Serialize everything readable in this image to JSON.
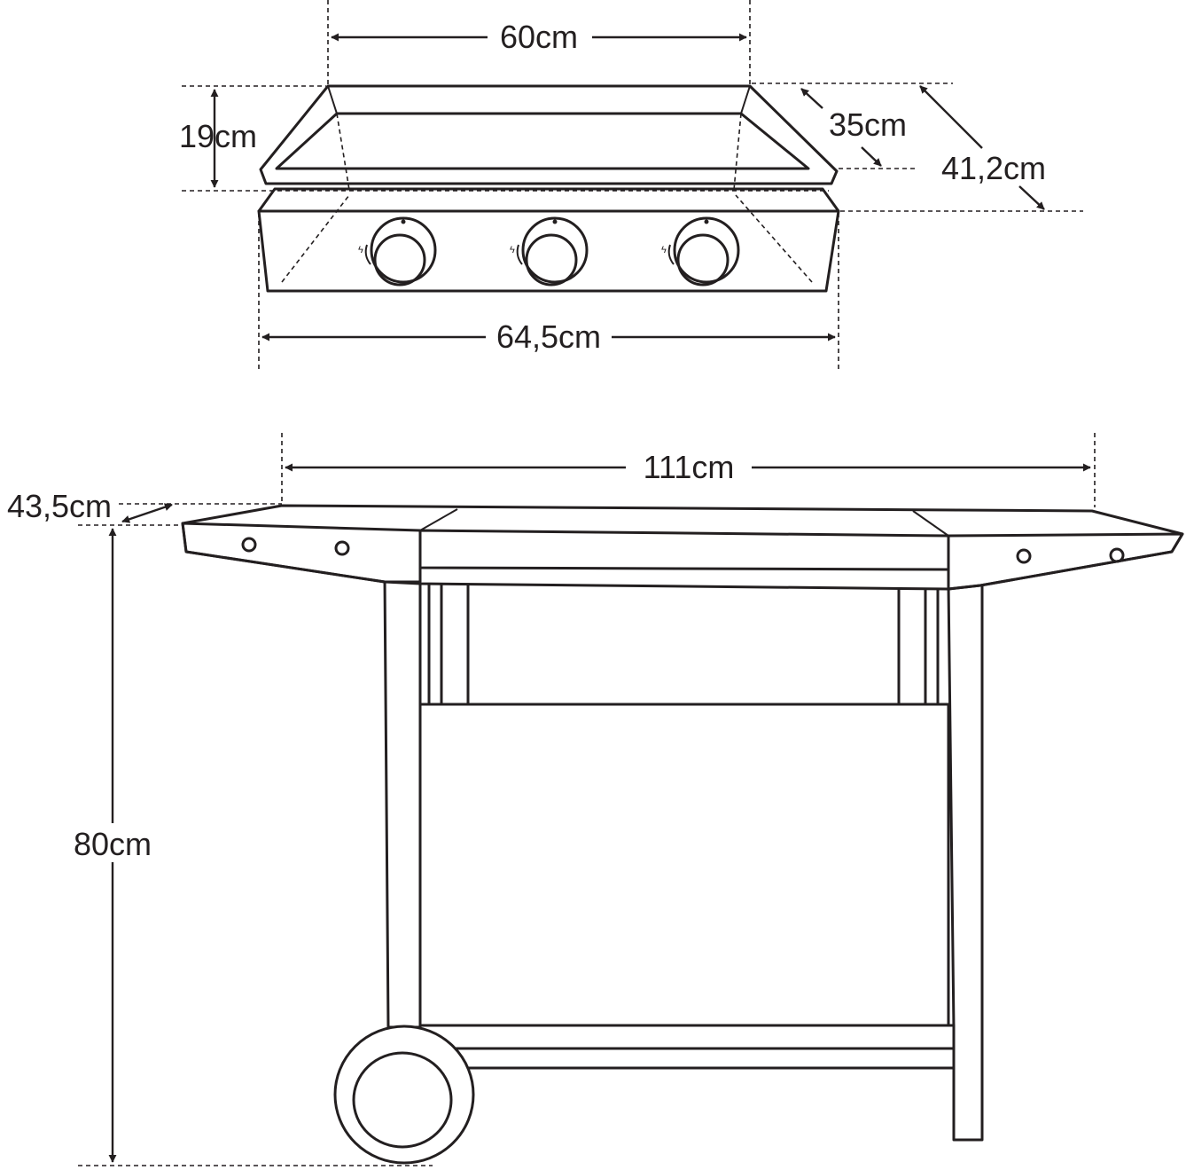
{
  "dimensions": {
    "plancha_width": "60cm",
    "plancha_height": "19cm",
    "plancha_depth": "35cm",
    "base_depth": "41,2cm",
    "base_width": "64,5cm",
    "cart_width": "111cm",
    "cart_depth": "43,5cm",
    "cart_height": "80cm"
  },
  "colors": {
    "line": "#231f20",
    "background": "#ffffff"
  }
}
